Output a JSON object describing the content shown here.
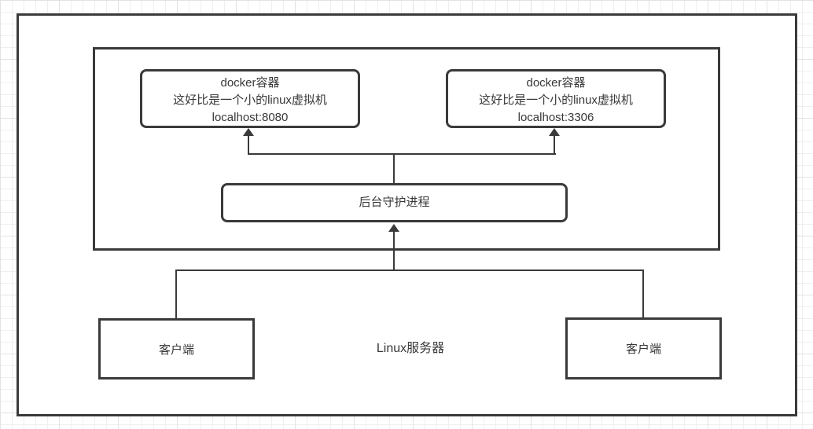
{
  "diagram": {
    "server": {
      "label": "Linux服务器"
    },
    "docker_containers": [
      {
        "title": "docker容器",
        "description": "这好比是一个小的linux虚拟机",
        "address": "localhost:8080"
      },
      {
        "title": "docker容器",
        "description": "这好比是一个小的linux虚拟机",
        "address": "localhost:3306"
      }
    ],
    "daemon": {
      "label": "后台守护进程"
    },
    "clients": [
      {
        "label": "客户端"
      },
      {
        "label": "客户端"
      }
    ],
    "colors": {
      "stroke": "#3a3a3a",
      "text": "#383838",
      "canvas": "#ffffff"
    }
  }
}
